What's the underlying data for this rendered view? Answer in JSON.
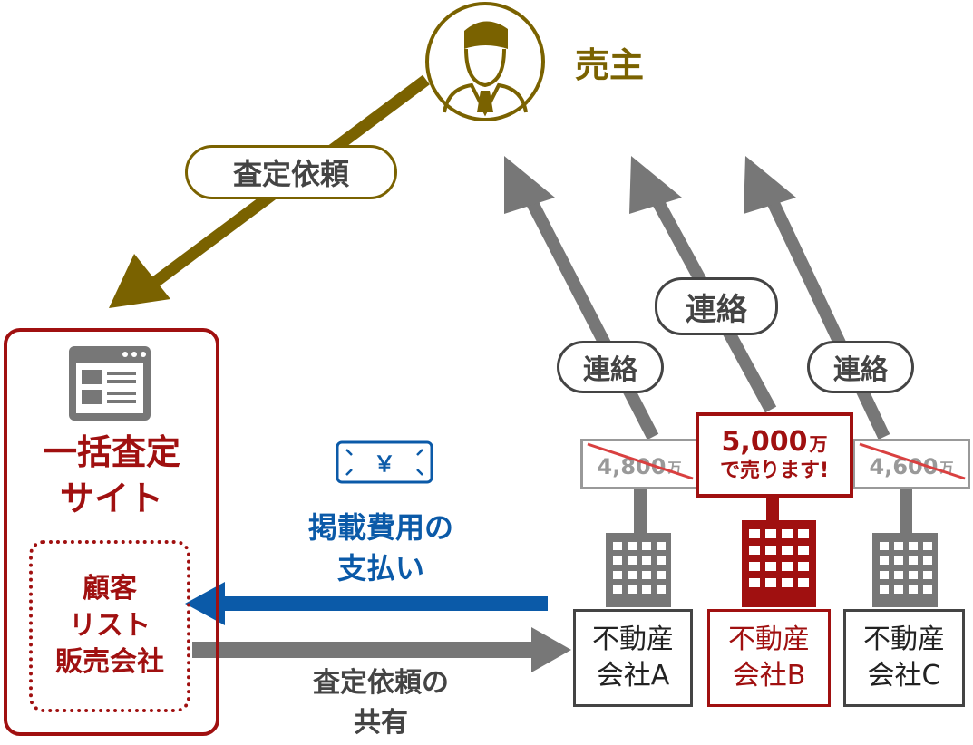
{
  "seller": {
    "label": "売主",
    "icon": "businessman-icon"
  },
  "flows": {
    "request": "査定依頼",
    "payment": [
      "掲載費用の",
      "支払い"
    ],
    "share": [
      "査定依頼の",
      "共有"
    ],
    "contact_a": "連絡",
    "contact_b": "連絡",
    "contact_c": "連絡"
  },
  "site": {
    "title": [
      "一括査定",
      "サイト"
    ],
    "inner": [
      "顧客",
      "リスト",
      "販売会社"
    ],
    "icon": "webpage-icon"
  },
  "money_icon": {
    "symbol": "￥",
    "name": "yen-bill-icon"
  },
  "price_tags": {
    "a": {
      "value": "4,800",
      "unit": "万"
    },
    "b": {
      "value": "5,000",
      "unit": "万",
      "note": "で売ります!"
    },
    "c": {
      "value": "4,600",
      "unit": "万"
    }
  },
  "companies": {
    "a": [
      "不動産",
      "会社A"
    ],
    "b": [
      "不動産",
      "会社B"
    ],
    "c": [
      "不動産",
      "会社C"
    ]
  },
  "colors": {
    "gold": "#7a6200",
    "red": "#a01010",
    "blue": "#0b5aa8",
    "gray": "#777777",
    "dark": "#444444"
  }
}
